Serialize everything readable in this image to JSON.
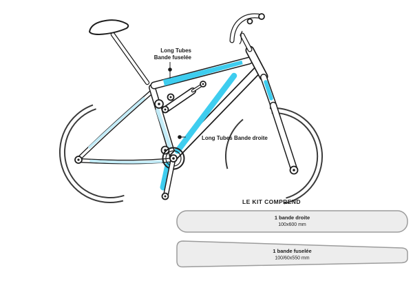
{
  "colors": {
    "cyan": "#3ecdef",
    "cyan_light": "#c3ecf8",
    "outline": "#1d1d1d",
    "strip_fill": "#ededed",
    "strip_stroke": "#9b9b9b",
    "text": "#1a1a1a"
  },
  "annotations": {
    "tapered": {
      "line1": "Long Tubes",
      "line2": "Bande fuselée"
    },
    "straight": {
      "label": "Long Tubes Bande droite"
    }
  },
  "kit": {
    "title": "LE KIT COMPREND",
    "items": [
      {
        "name": "1 bande droite",
        "size": "100x600 mm",
        "shape": "straight"
      },
      {
        "name": "1 bande fuselée",
        "size": "100/60x550 mm",
        "shape": "tapered"
      }
    ]
  }
}
